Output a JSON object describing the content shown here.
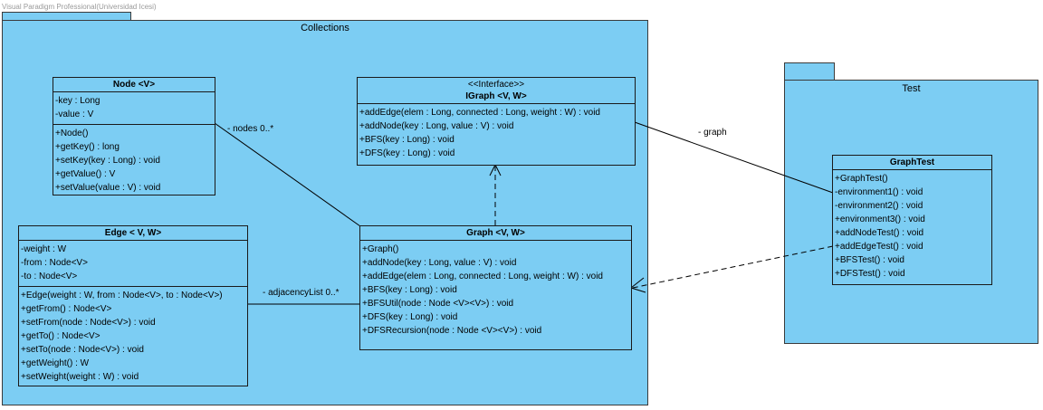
{
  "watermark": "Visual Paradigm Professional(Universidad Icesi)",
  "packages": {
    "collections": {
      "title": "Collections"
    },
    "test": {
      "title": "Test"
    }
  },
  "classes": {
    "node": {
      "name": "Node <V>",
      "attributes": [
        "-key : Long",
        "-value : V"
      ],
      "operations": [
        "+Node()",
        "+getKey() : long",
        "+setKey(key : Long) : void",
        "+getValue() : V",
        "+setValue(value : V) : void"
      ]
    },
    "igraph": {
      "stereotype": "<<Interface>>",
      "name": "IGraph <V, W>",
      "operations": [
        "+addEdge(elem : Long, connected : Long, weight : W) : void",
        "+addNode(key : Long, value : V) : void",
        "+BFS(key : Long) : void",
        "+DFS(key : Long) : void"
      ]
    },
    "edge": {
      "name": "Edge < V, W>",
      "attributes": [
        "-weight : W",
        "-from : Node<V>",
        "-to : Node<V>"
      ],
      "operations": [
        "+Edge(weight : W, from : Node<V>, to : Node<V>)",
        "+getFrom() : Node<V>",
        "+setFrom(node : Node<V>) : void",
        "+getTo() : Node<V>",
        "+setTo(node : Node<V>) : void",
        "+getWeight() : W",
        "+setWeight(weight : W) : void"
      ]
    },
    "graph": {
      "name": "Graph <V, W>",
      "operations": [
        "+Graph()",
        "+addNode(key : Long, value : V) : void",
        "+addEdge(elem : Long, connected : Long, weight : W) : void",
        "+BFS(key : Long) : void",
        "+BFSUtil(node : Node <V><V>) : void",
        "+DFS(key : Long) : void",
        "+DFSRecursion(node : Node <V><V>) : void"
      ]
    },
    "graphtest": {
      "name": "GraphTest",
      "operations": [
        "+GraphTest()",
        "-environment1() : void",
        "-environment2() : void",
        "+environment3() : void",
        "+addNodeTest() : void",
        "+addEdgeTest() : void",
        "+BFSTest() : void",
        "+DFSTest() : void"
      ]
    }
  },
  "associations": {
    "nodes": "- nodes 0..*",
    "adjacency": "- adjacencyList 0..*",
    "graph": "- graph"
  }
}
